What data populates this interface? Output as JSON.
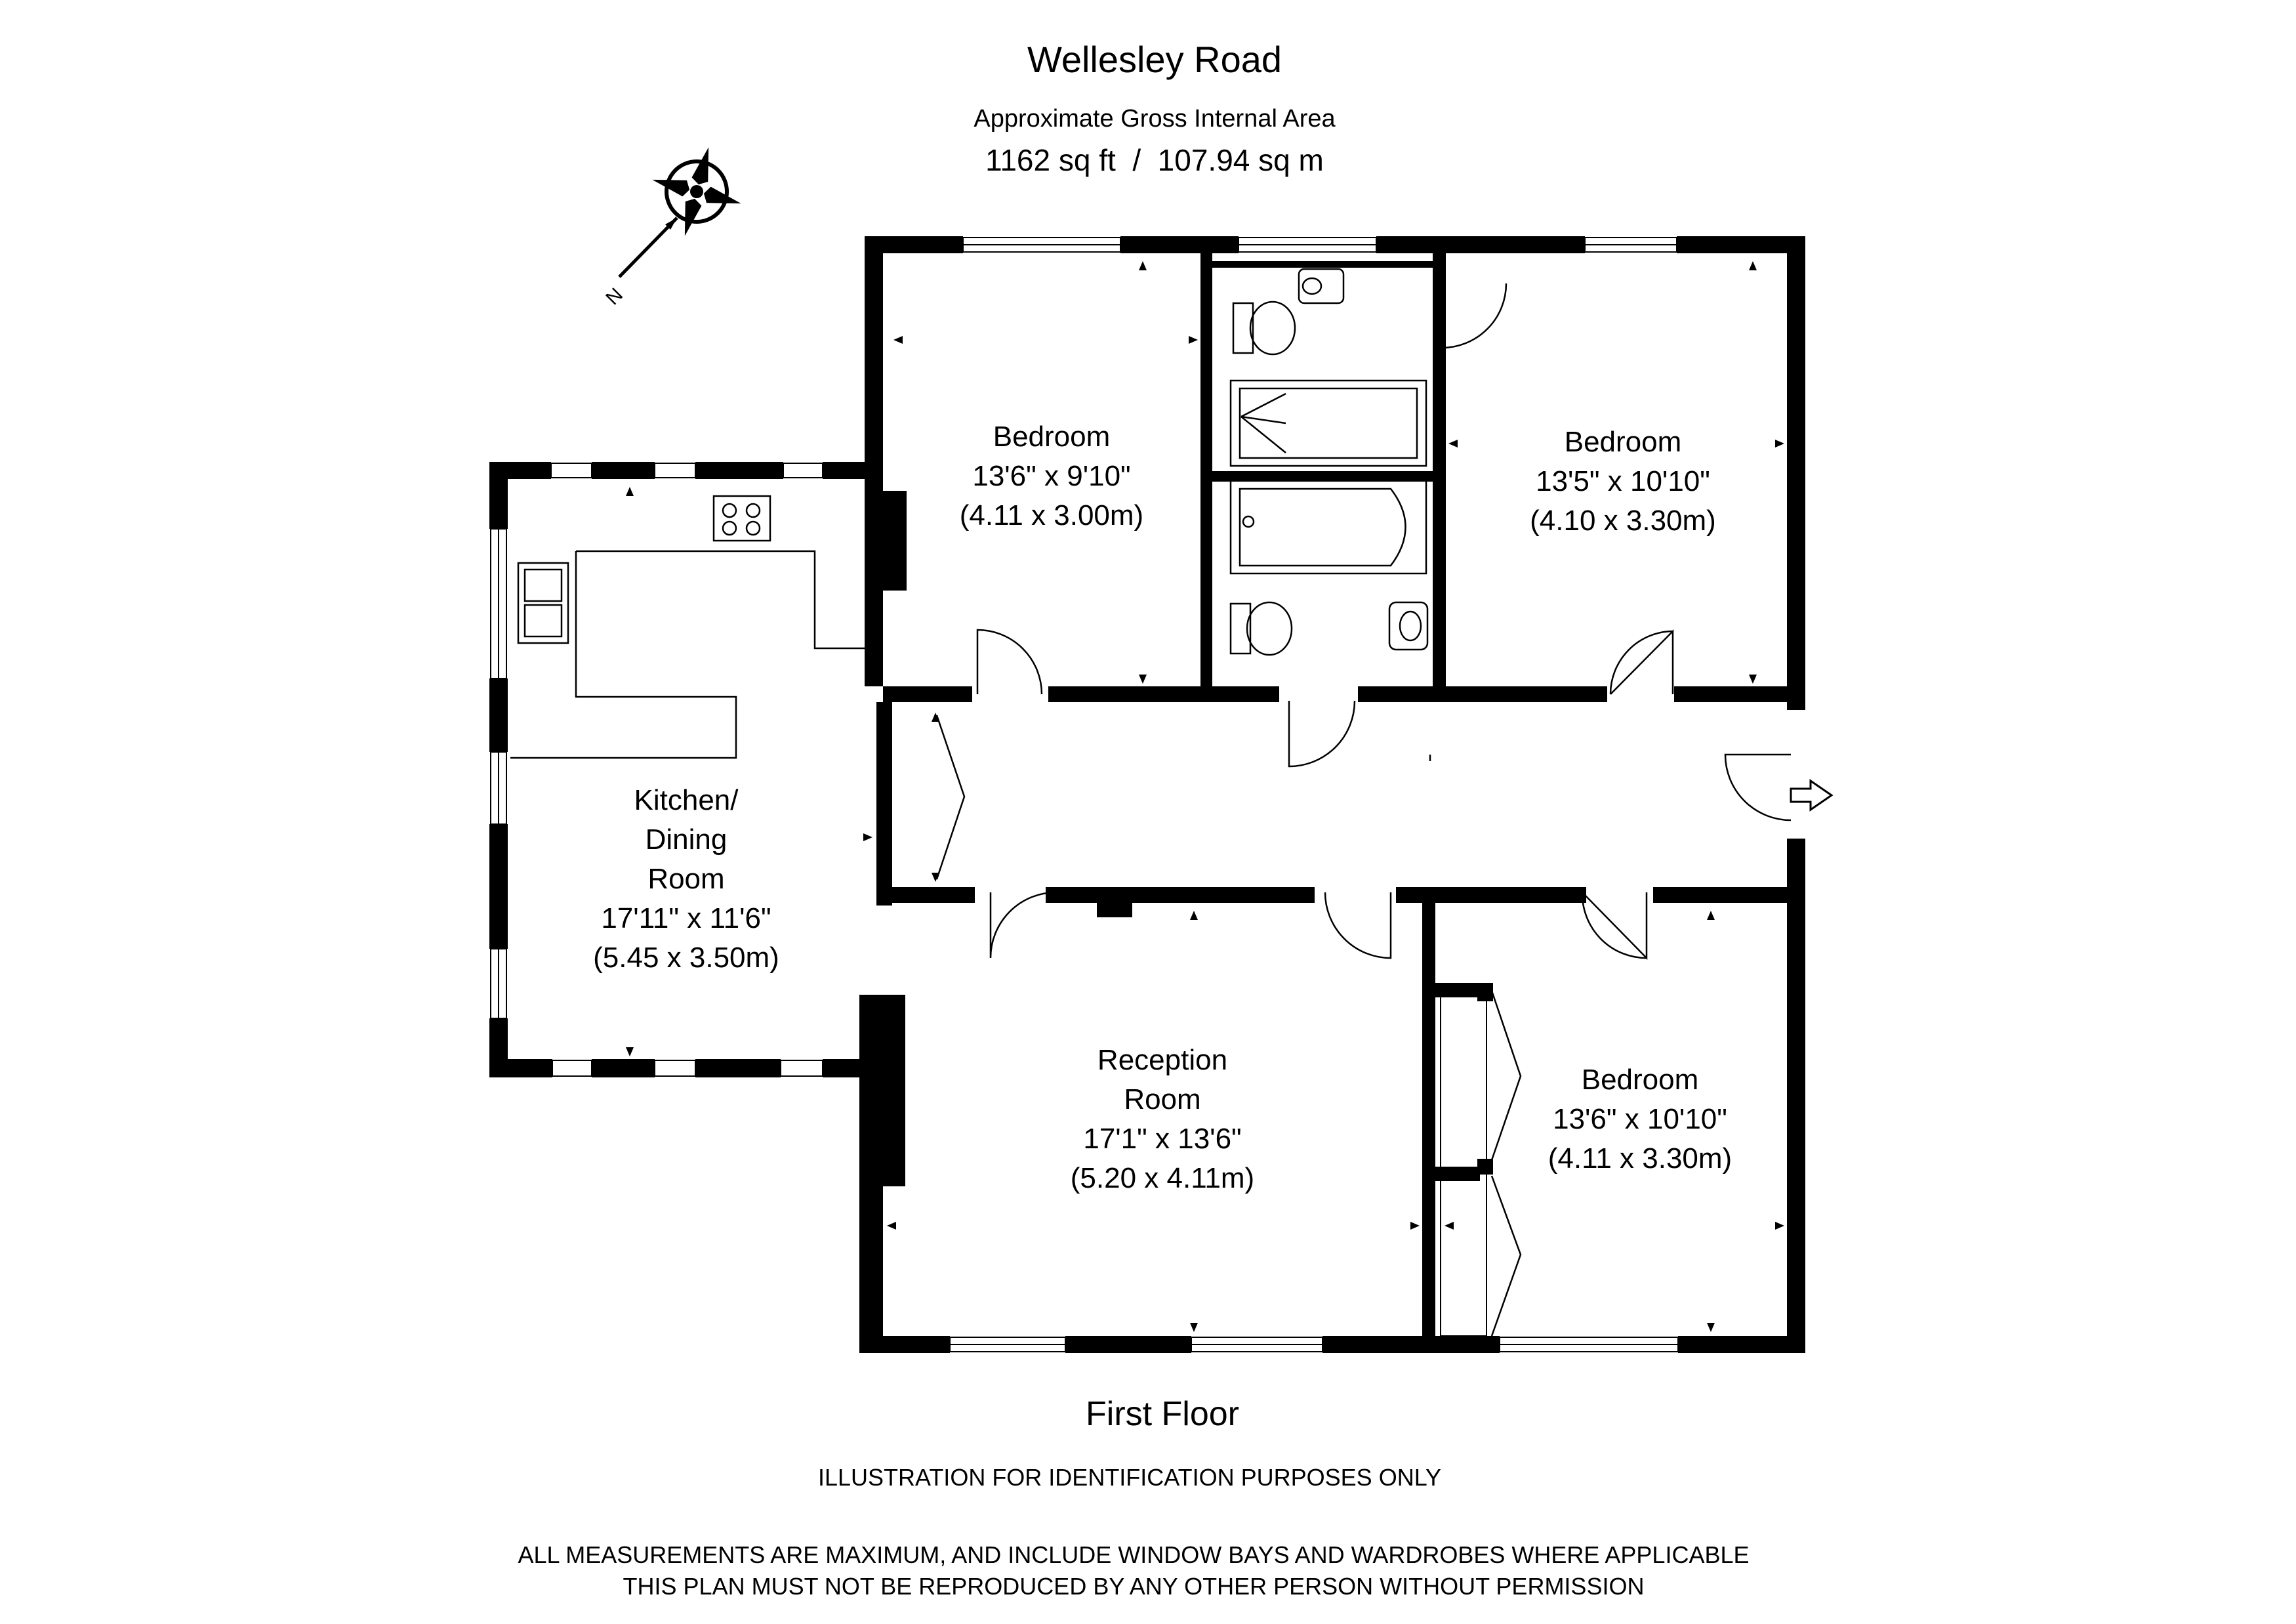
{
  "header": {
    "title": "Wellesley Road",
    "subtitle": "Approximate Gross Internal Area",
    "area": "1162 sq ft  /  107.94 sq m"
  },
  "compass": {
    "label": "N",
    "icon": "compass-rose-icon"
  },
  "rooms": {
    "bedroom_1": {
      "name": "Bedroom",
      "dims_imperial": "13'6\" x 9'10\"",
      "dims_metric": "(4.11 x 3.00m)"
    },
    "bedroom_2": {
      "name": "Bedroom",
      "dims_imperial": "13'5\" x 10'10\"",
      "dims_metric": "(4.10 x 3.30m)"
    },
    "kitchen": {
      "name_line1": "Kitchen/",
      "name_line2": "Dining",
      "name_line3": "Room",
      "dims_imperial": "17'11\" x 11'6\"",
      "dims_metric": "(5.45 x 3.50m)"
    },
    "reception": {
      "name_line1": "Reception",
      "name_line2": "Room",
      "dims_imperial": "17'1\" x 13'6\"",
      "dims_metric": "(5.20 x 4.11m)"
    },
    "bedroom_3": {
      "name": "Bedroom",
      "dims_imperial": "13'6\" x 10'10\"",
      "dims_metric": "(4.11 x 3.30m)"
    }
  },
  "floor_label": "First Floor",
  "disclaimers": {
    "line1": "ILLUSTRATION FOR IDENTIFICATION PURPOSES ONLY",
    "line2": "ALL MEASUREMENTS ARE MAXIMUM, AND INCLUDE WINDOW BAYS AND WARDROBES WHERE APPLICABLE",
    "line3": "THIS PLAN MUST NOT BE REPRODUCED BY ANY OTHER PERSON WITHOUT PERMISSION"
  },
  "colors": {
    "wall": "#000000",
    "background": "#ffffff"
  }
}
